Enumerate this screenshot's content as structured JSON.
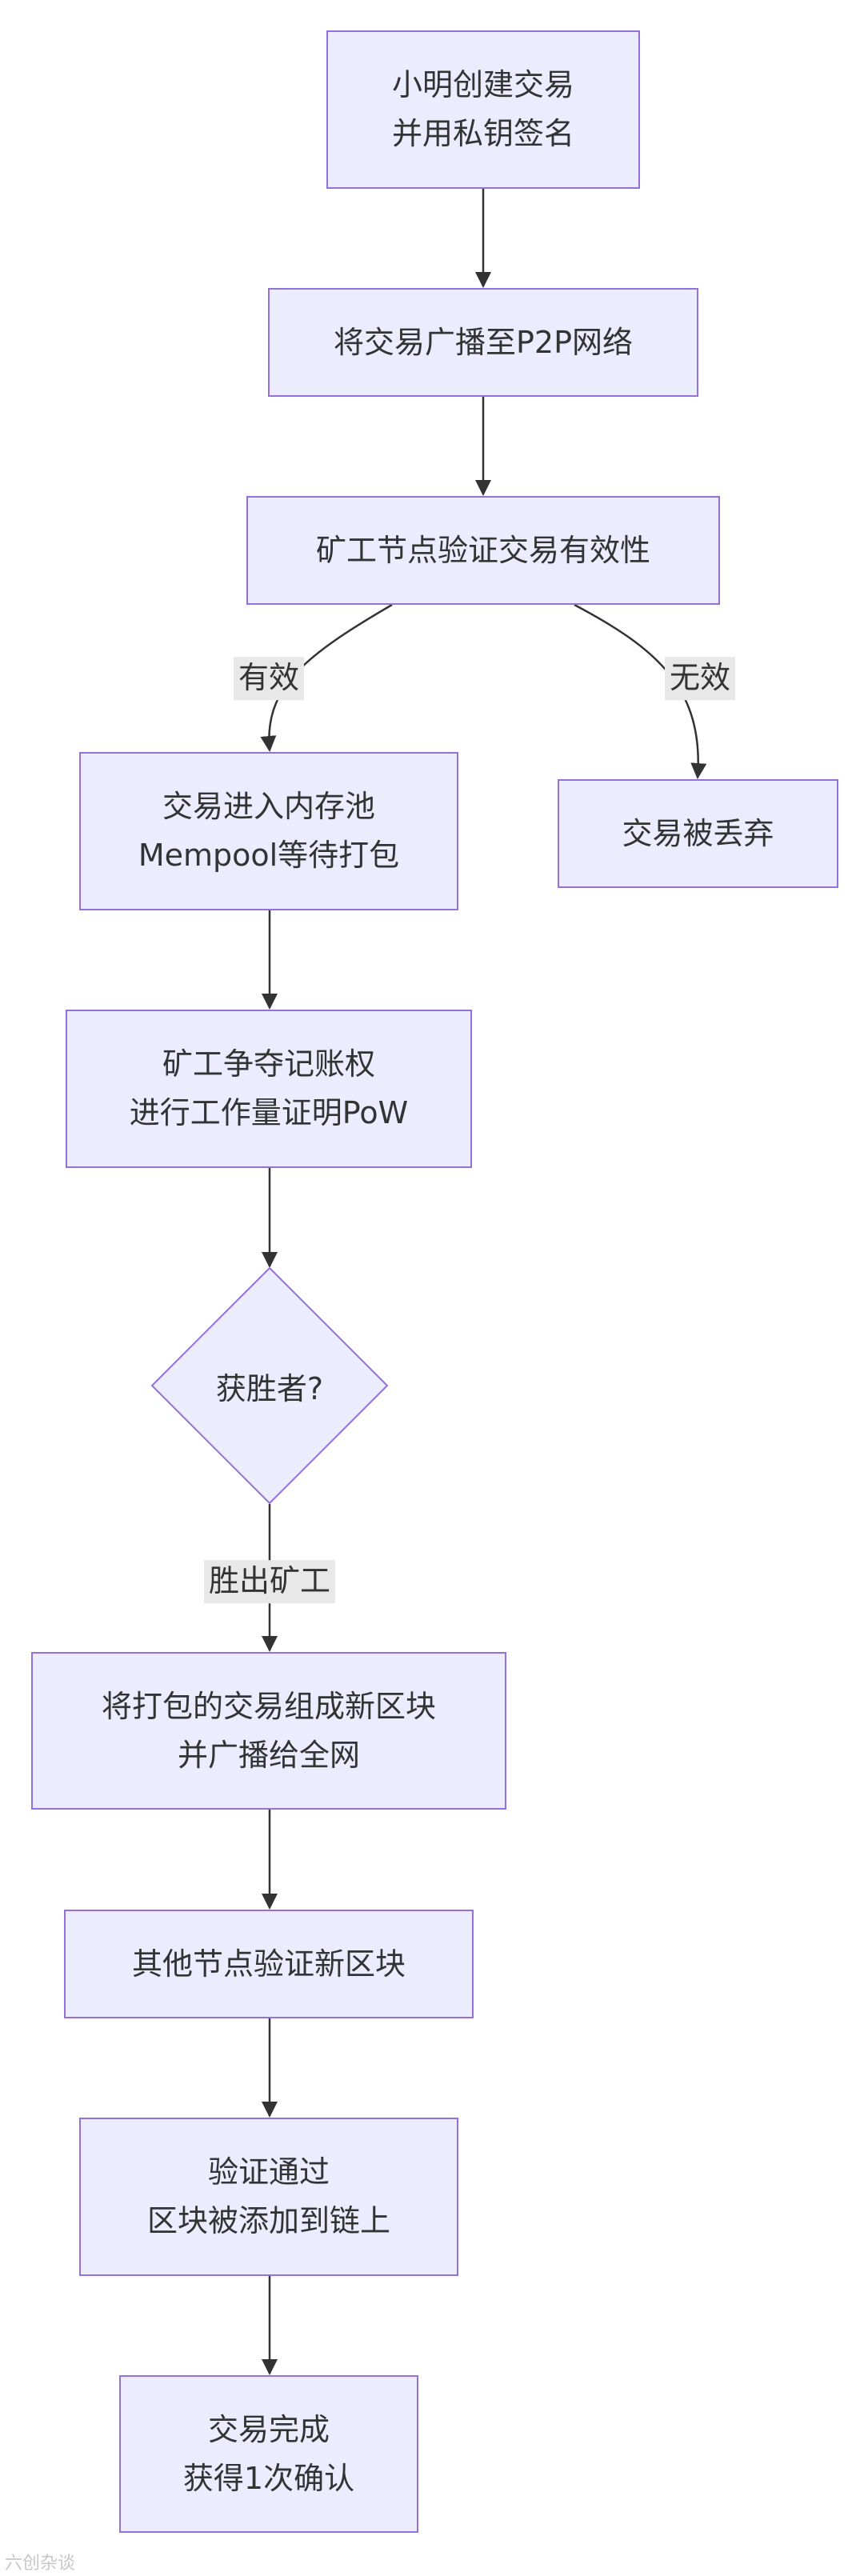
{
  "nodes": {
    "create_tx": {
      "line1": "小明创建交易",
      "line2": "并用私钥签名"
    },
    "broadcast": {
      "line1": "将交易广播至P2P网络"
    },
    "verify_tx": {
      "line1": "矿工节点验证交易有效性"
    },
    "mempool": {
      "line1": "交易进入内存池",
      "line2": "Mempool等待打包"
    },
    "discard": {
      "line1": "交易被丢弃"
    },
    "compete": {
      "line1": "矿工争夺记账权",
      "line2": "进行工作量证明PoW"
    },
    "winner": {
      "line1": "获胜者?"
    },
    "new_block": {
      "line1": "将打包的交易组成新区块",
      "line2": "并广播给全网"
    },
    "others_verify": {
      "line1": "其他节点验证新区块"
    },
    "added": {
      "line1": "验证通过",
      "line2": "区块被添加到链上"
    },
    "complete": {
      "line1": "交易完成",
      "line2": "获得1次确认"
    }
  },
  "edge_labels": {
    "valid": "有效",
    "invalid": "无效",
    "winner_miner": "胜出矿工"
  },
  "watermark": "六创杂谈",
  "colors": {
    "node_fill": "#ECECFF",
    "node_stroke": "#9370DB",
    "edge": "#333333",
    "label_bg": "#E8E8E8",
    "text": "#333333"
  }
}
